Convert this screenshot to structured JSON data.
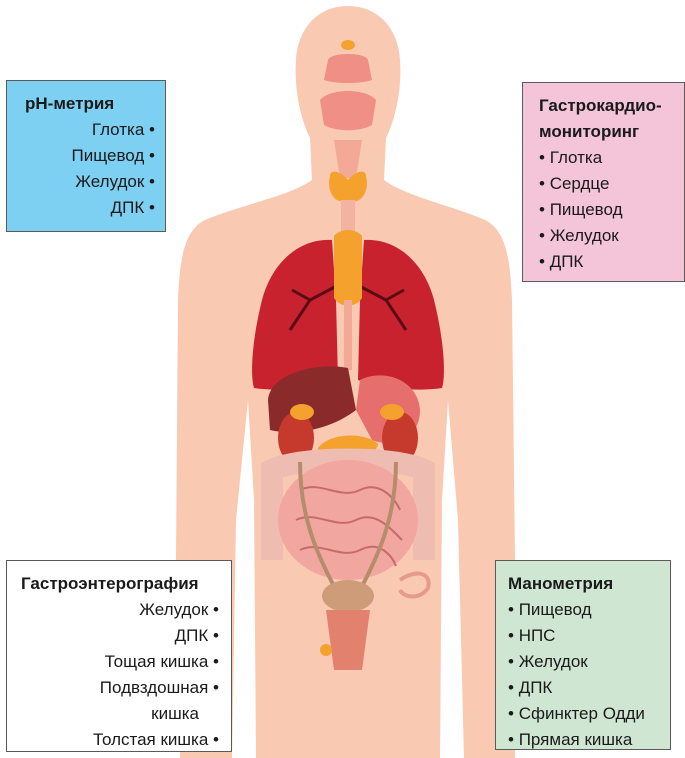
{
  "boxes": {
    "ph": {
      "title": "pH-метрия",
      "items": [
        "Глотка",
        "Пищевод",
        "Желудок",
        "ДПК"
      ]
    },
    "gastrocardio": {
      "title_line1": "Гастрокардио-",
      "title_line2": "мониторинг",
      "items": [
        "Глотка",
        "Сердце",
        "Пищевод",
        "Желудок",
        "ДПК"
      ]
    },
    "gastroentero": {
      "title": "Гастроэнтерография",
      "items": [
        "Желудок",
        "ДПК",
        "Тощая кишка",
        "Подвздошная",
        "кишка",
        "Толстая кишка"
      ]
    },
    "mano": {
      "title": "Манометрия",
      "items": [
        "Пищевод",
        "НПС",
        "Желудок",
        "ДПК",
        "Сфинктер Одди",
        "Прямая кишка"
      ]
    }
  },
  "colors": {
    "skin": "#f9c9b2",
    "lung": "#c8222e",
    "thyroid": "#f4a12e",
    "liver": "#8b2a2a",
    "intestine": "#f2a6a0",
    "colon": "#eebcb0",
    "ph_box": "#7dd0f2",
    "gastrocardio_box": "#f4c4d8",
    "mano_box": "#cfe6d2"
  }
}
